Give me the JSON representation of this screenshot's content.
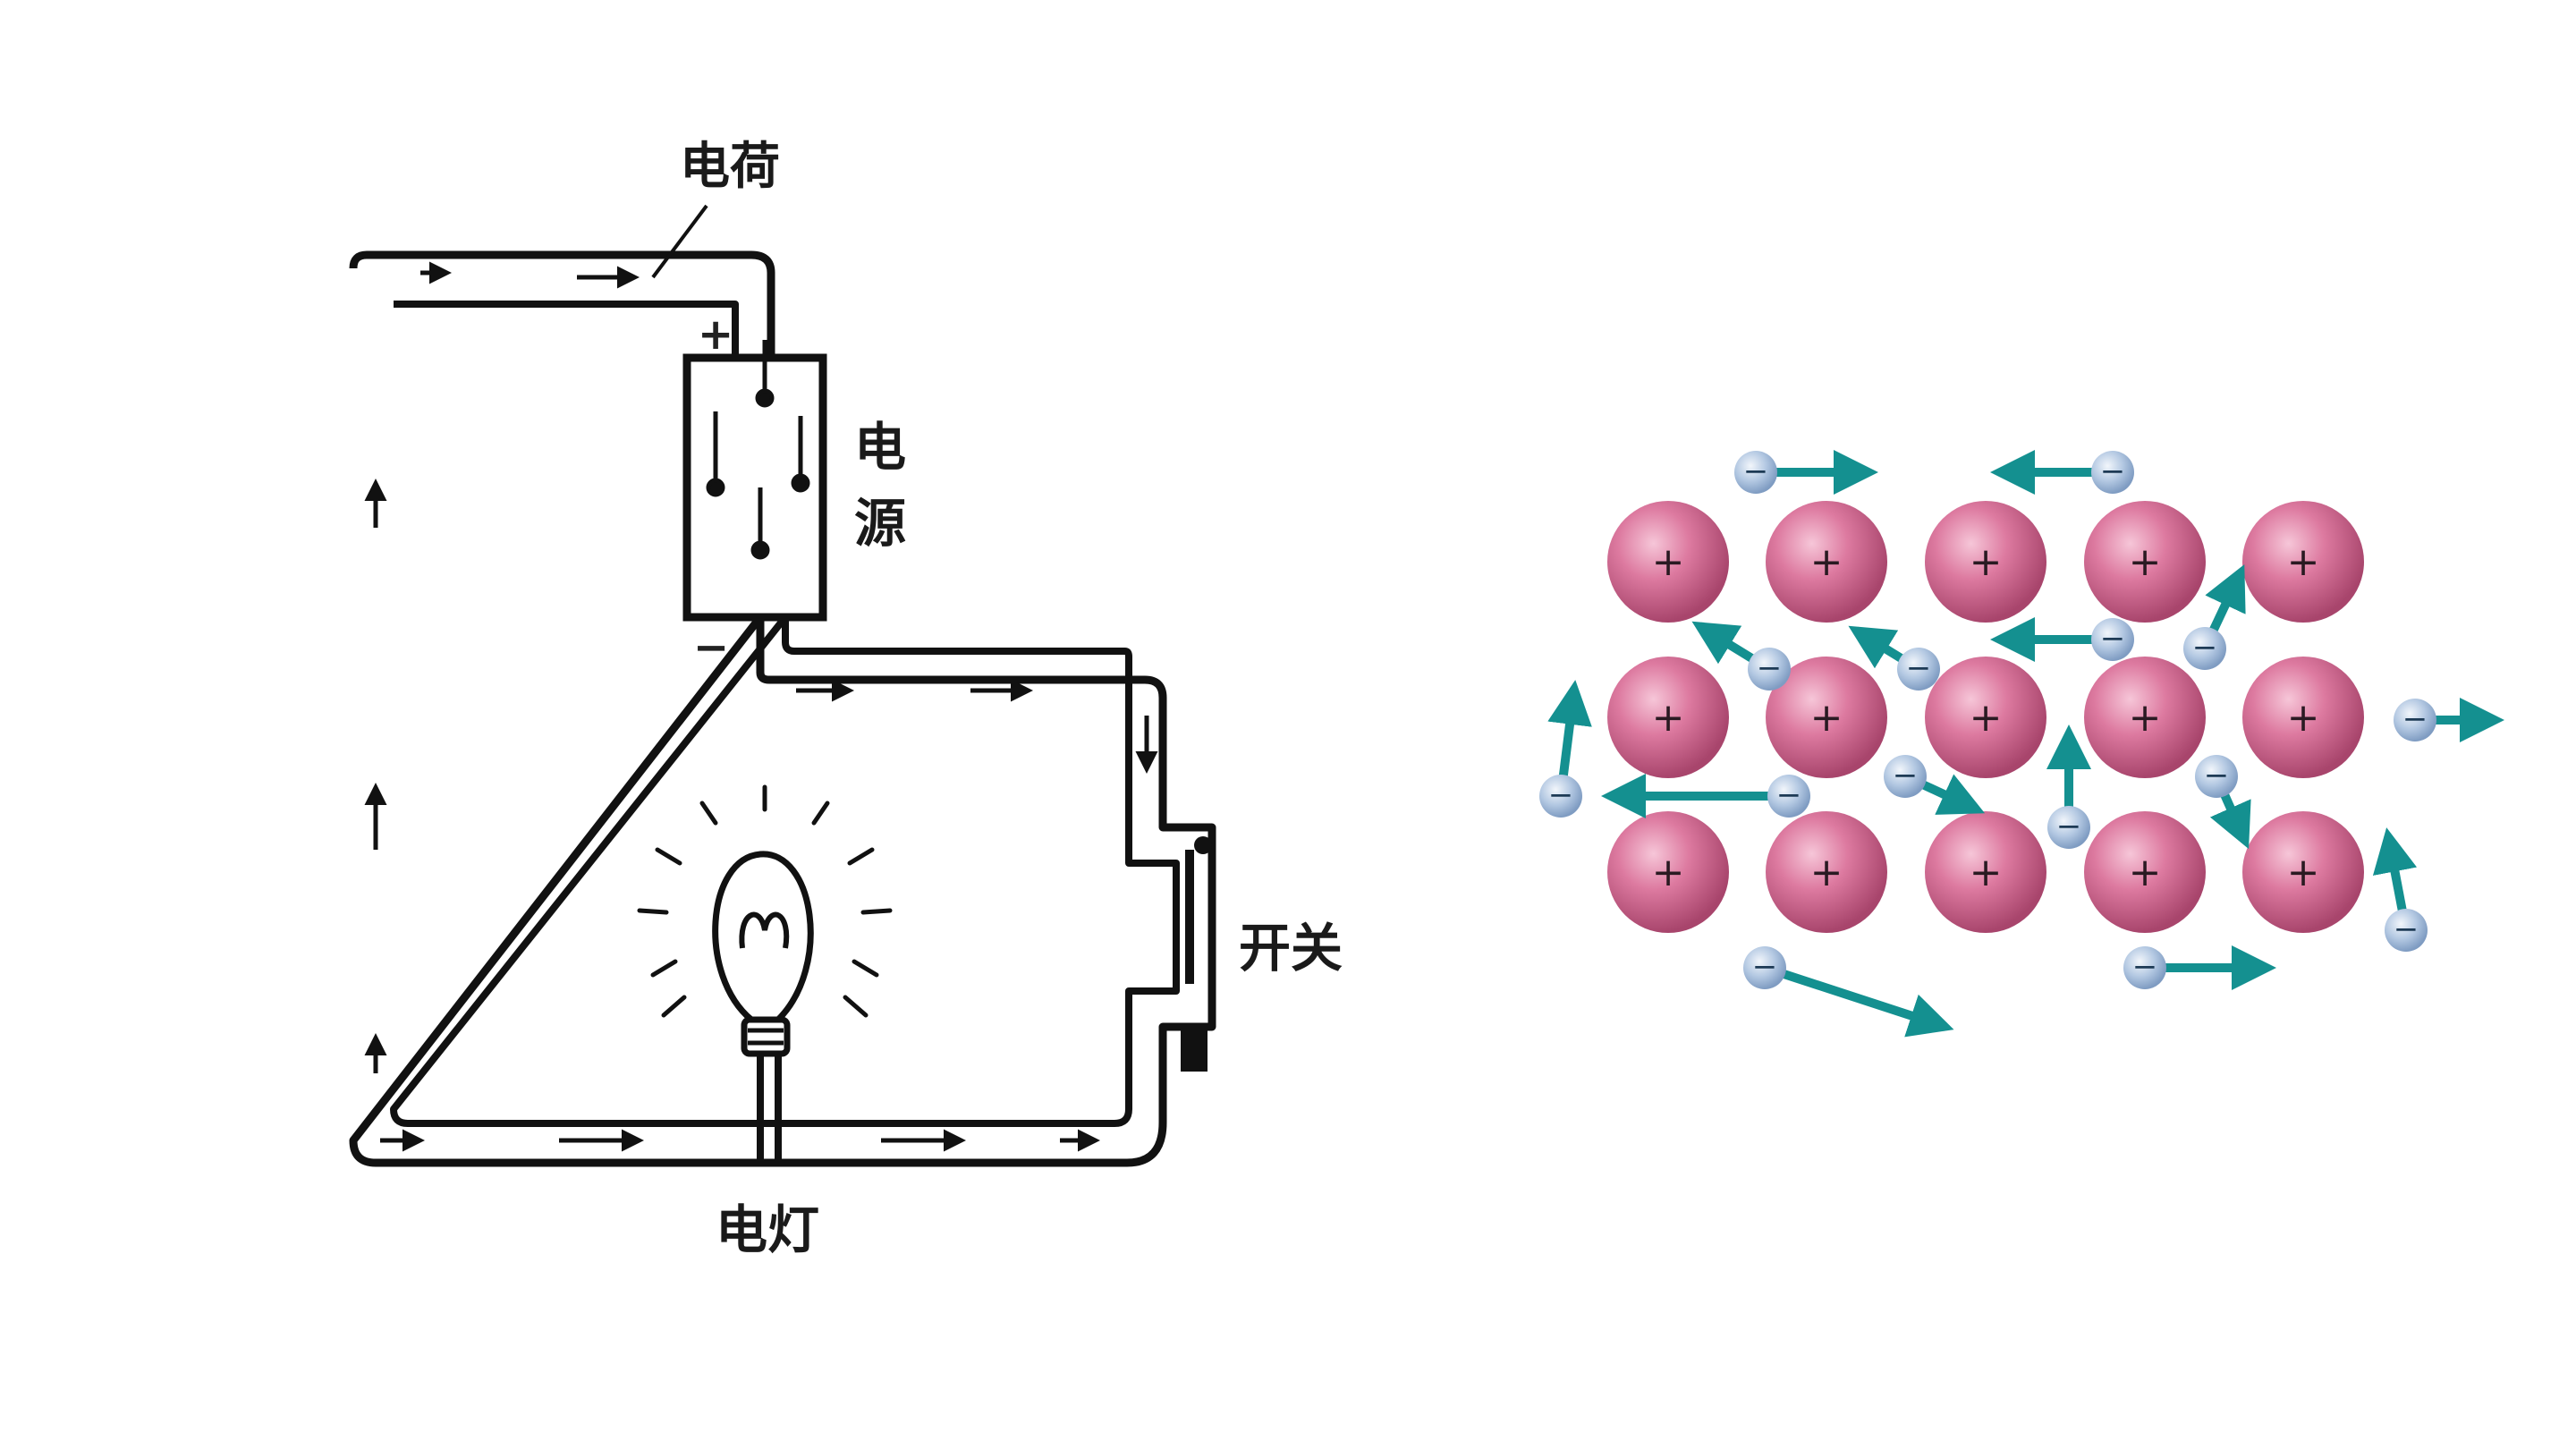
{
  "circuit": {
    "labels": {
      "charge": "电荷",
      "source_1": "电",
      "source_2": "源",
      "switch": "开关",
      "lamp": "电灯"
    },
    "battery_plus": "+",
    "battery_minus": "−"
  },
  "lattice": {
    "ion_sign": "+",
    "electron_sign": "−",
    "ion_color": "#d86a92",
    "electron_color": "#9fb8d8",
    "arrow_color": "#149090"
  }
}
